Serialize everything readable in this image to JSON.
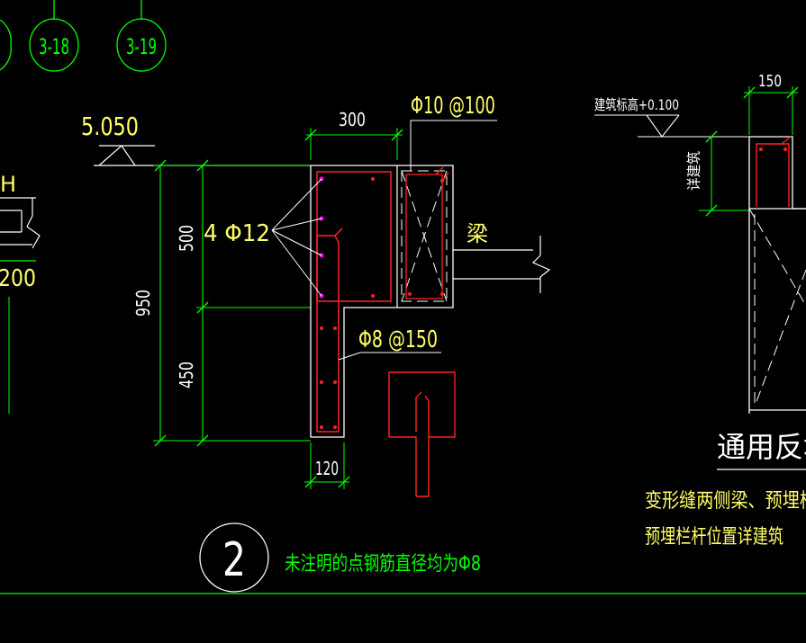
{
  "colors": {
    "background": "#000000",
    "green": "#00ff00",
    "white": "#ffffff",
    "yellow": "#ffff66",
    "red": "#ff2222",
    "magenta": "#ff00ff"
  },
  "axis_bubbles": [
    "3-18",
    "3-19"
  ],
  "left_partial": {
    "letter": "H",
    "dim": "200"
  },
  "main_section": {
    "elevation": "5.050",
    "top_width_dim": "300",
    "stirrup_beam": "Φ10 @100",
    "rebar_callout": "4 Φ12",
    "beam_label": "梁",
    "dim_total": "950",
    "dim_upper": "500",
    "dim_lower": "450",
    "stirrup_wall": "Φ8 @150",
    "wall_width_dim": "120"
  },
  "detail_number": "2",
  "note": "未注明的点钢筋直径均为Φ8",
  "right_detail": {
    "width_dim": "150",
    "elevation_label": "建筑标高+0.100",
    "side_label": "详建筑",
    "title": "通用反坎",
    "note_line1": "变形缝两侧梁、预埋栏杆",
    "note_line2": "预埋栏杆位置详建筑"
  }
}
